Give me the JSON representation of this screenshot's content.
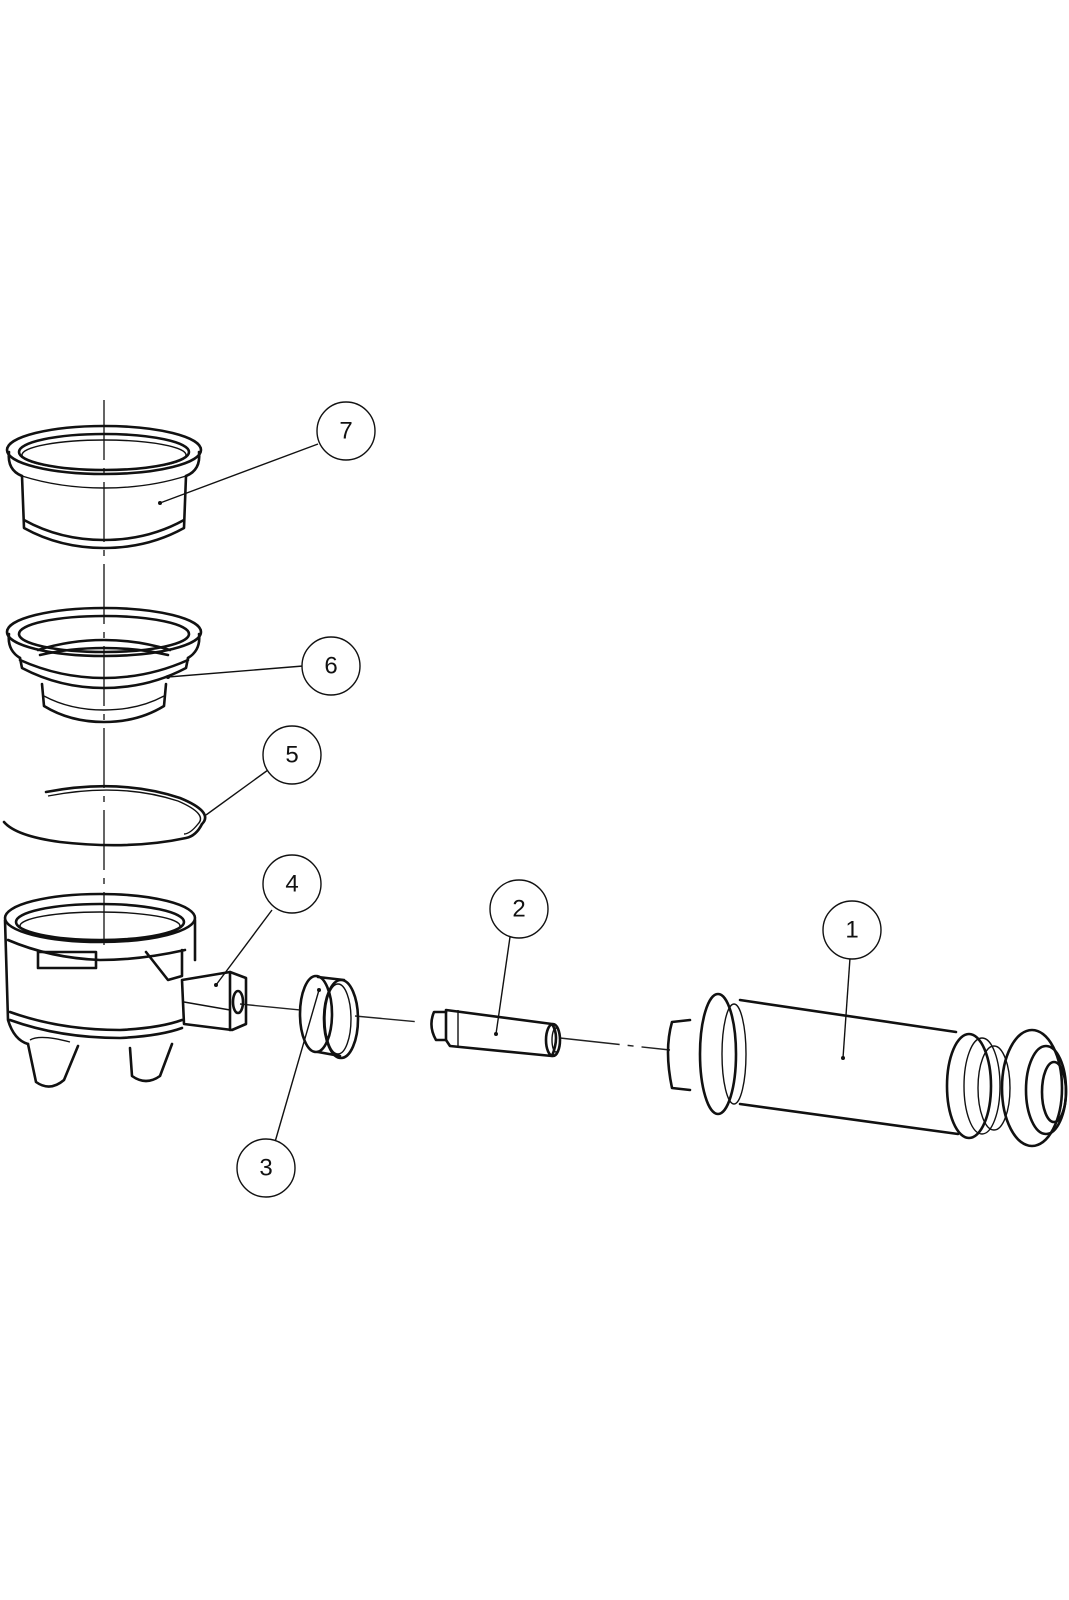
{
  "diagram": {
    "type": "exploded-view assembly drawing",
    "line_color": "#111111",
    "background": "#ffffff",
    "callouts": [
      {
        "id": "1",
        "label": "1",
        "part": "handle"
      },
      {
        "id": "2",
        "label": "2",
        "part": "pin"
      },
      {
        "id": "3",
        "label": "3",
        "part": "sleeve"
      },
      {
        "id": "4",
        "label": "4",
        "part": "portafilter body"
      },
      {
        "id": "5",
        "label": "5",
        "part": "spring clip"
      },
      {
        "id": "6",
        "label": "6",
        "part": "filter basket (insert)"
      },
      {
        "id": "7",
        "label": "7",
        "part": "filter basket"
      }
    ]
  }
}
